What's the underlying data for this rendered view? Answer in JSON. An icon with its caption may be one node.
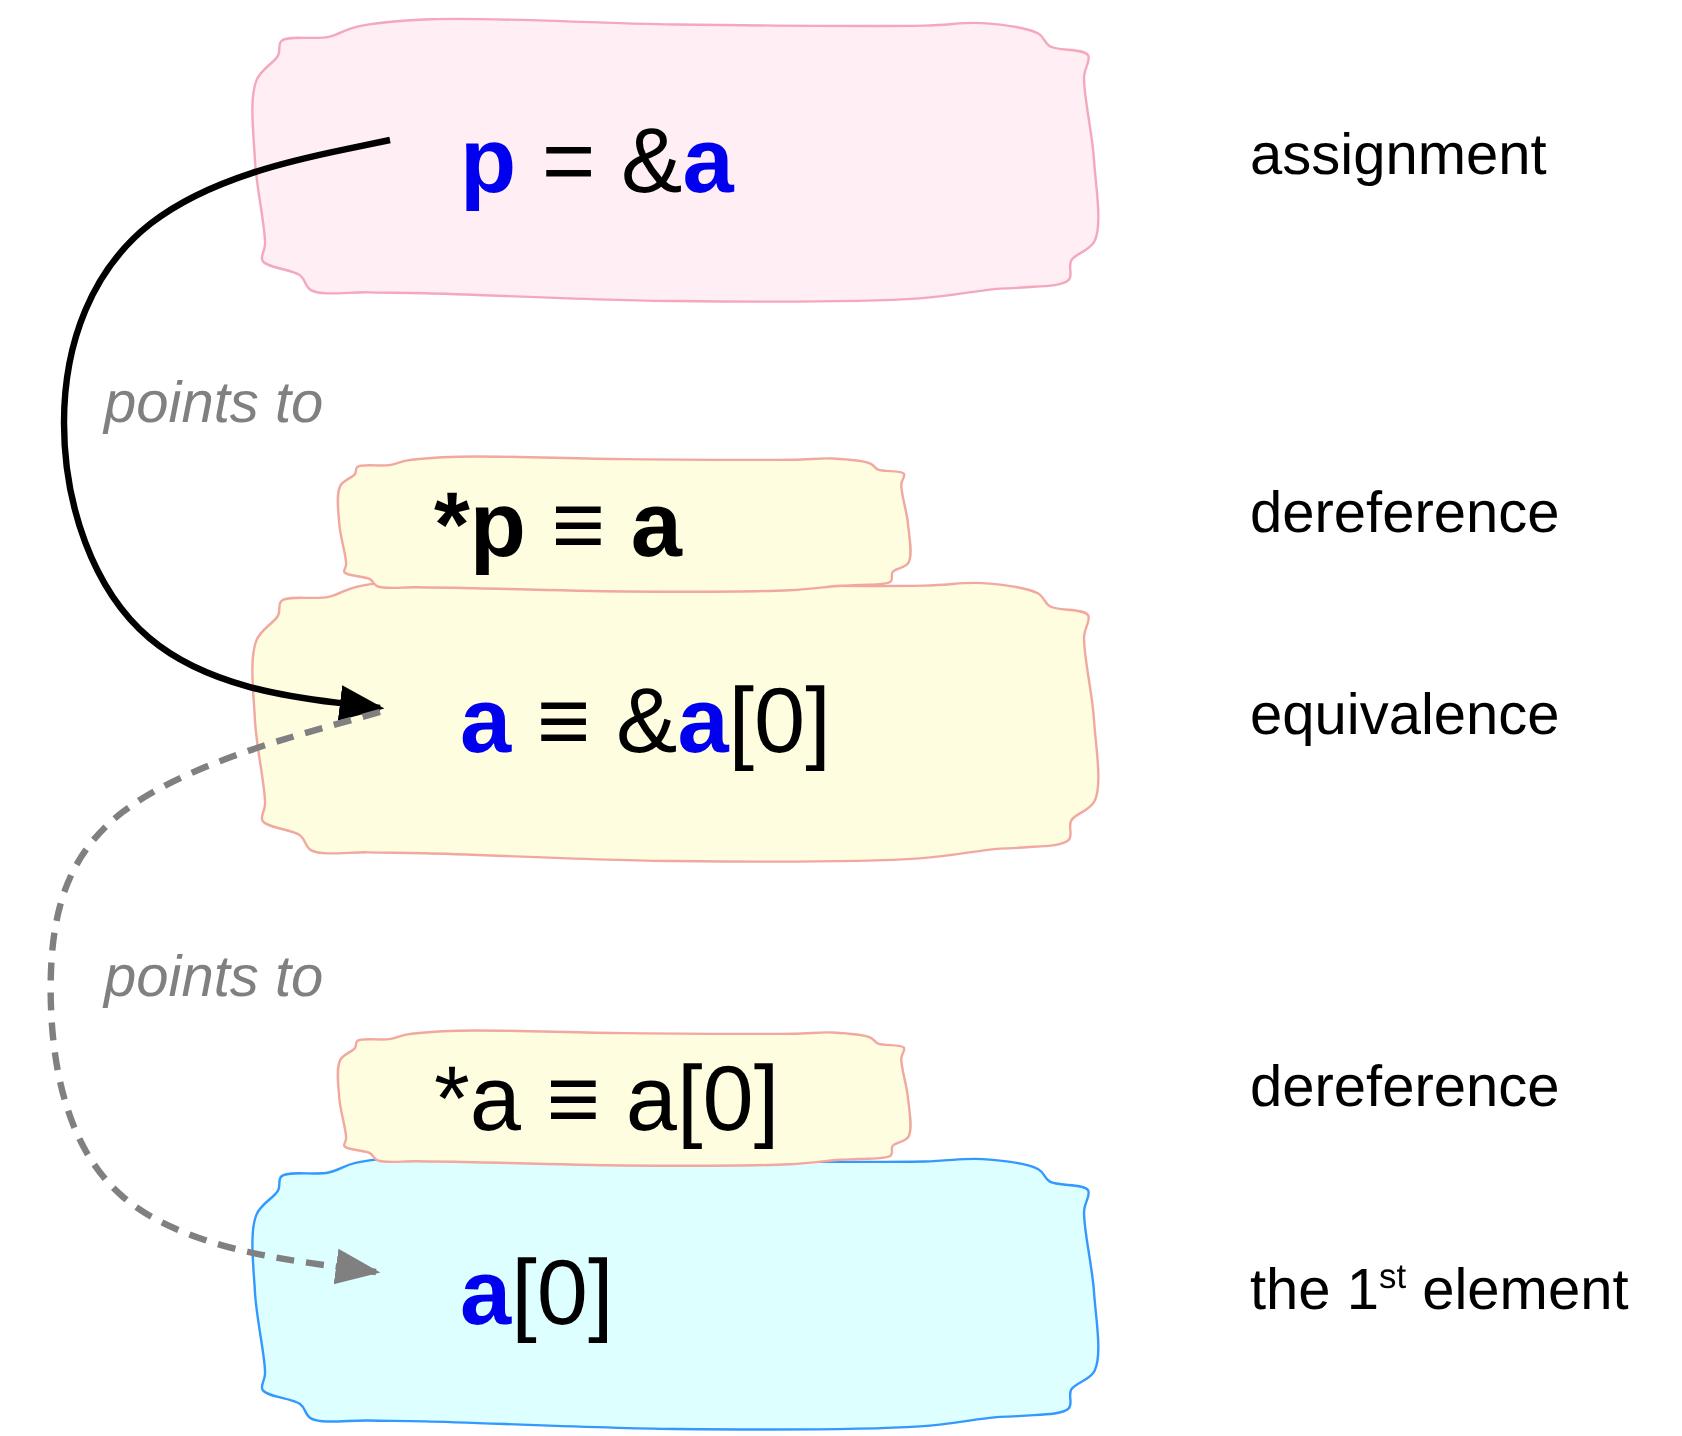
{
  "diagram": {
    "nodes": [
      {
        "text": [
          "**p** = &**a**"
        ],
        "beside": [
          "assignment"
        ]
      },
      {
        "text": [
          "*p ≡ a"
        ]
      },
      {
        "text": [
          "**a** ≡ &**a**[0]"
        ],
        "beside": [
          "equivalence"
        ]
      },
      {
        "text": [
          "*a ≡ a[0]"
        ]
      },
      {
        "text": [
          "**a**[0]"
        ],
        "beside": [
          "the 1$^{st}$ element"
        ]
      }
    ],
    "labels": [
      "dereference",
      "dereference"
    ],
    "edges": [
      {
        "from": 0,
        "to": 2,
        "arrow": "to",
        "label": "points to"
      },
      {
        "from": 2,
        "to": 4,
        "arrow": "to",
        "label": "points to",
        "style": "dashed",
        "color": "#808080"
      }
    ]
  }
}
